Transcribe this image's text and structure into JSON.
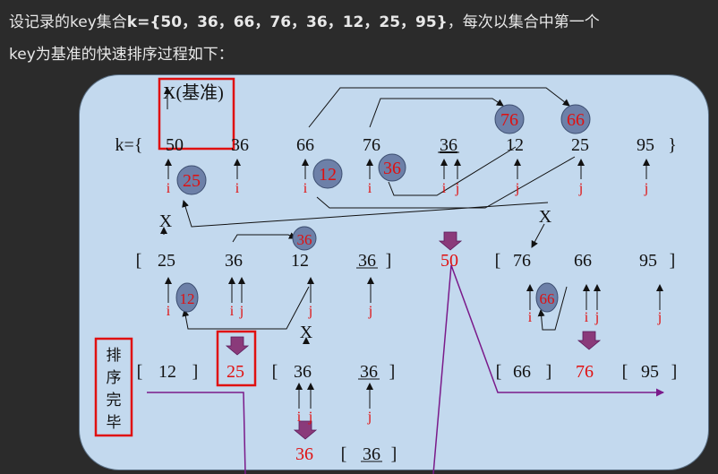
{
  "intro": {
    "line1_a": "设记录的key集合",
    "line1_b": "k={50，36，66，76，36，12，25，95}",
    "line1_c": "，每次以集合中第一个",
    "line2": "key为基准的快速排序过程如下："
  },
  "labels": {
    "pivot_note": "X(基准)",
    "x_mark": "X",
    "set_open": "k={",
    "set_close": "}",
    "bracket_open": "[",
    "bracket_close": "]",
    "ptr_i": "i",
    "ptr_j": "j",
    "done_note": "排序完毕",
    "done_chars": [
      "排",
      "序",
      "完",
      "毕"
    ]
  },
  "values": {
    "row1": [
      "50",
      "36",
      "66",
      "76",
      "36",
      "12",
      "25",
      "95"
    ],
    "row2_left": [
      "25",
      "36",
      "12",
      "36"
    ],
    "row2_pivot": "50",
    "row2_right": [
      "76",
      "66",
      "95"
    ],
    "row3": [
      "12",
      "25",
      "36",
      "36",
      "66",
      "76",
      "95"
    ],
    "row4": [
      "36",
      "36"
    ],
    "circles": [
      "25",
      "12",
      "36",
      "76",
      "66",
      "36",
      "12",
      "66"
    ]
  }
}
